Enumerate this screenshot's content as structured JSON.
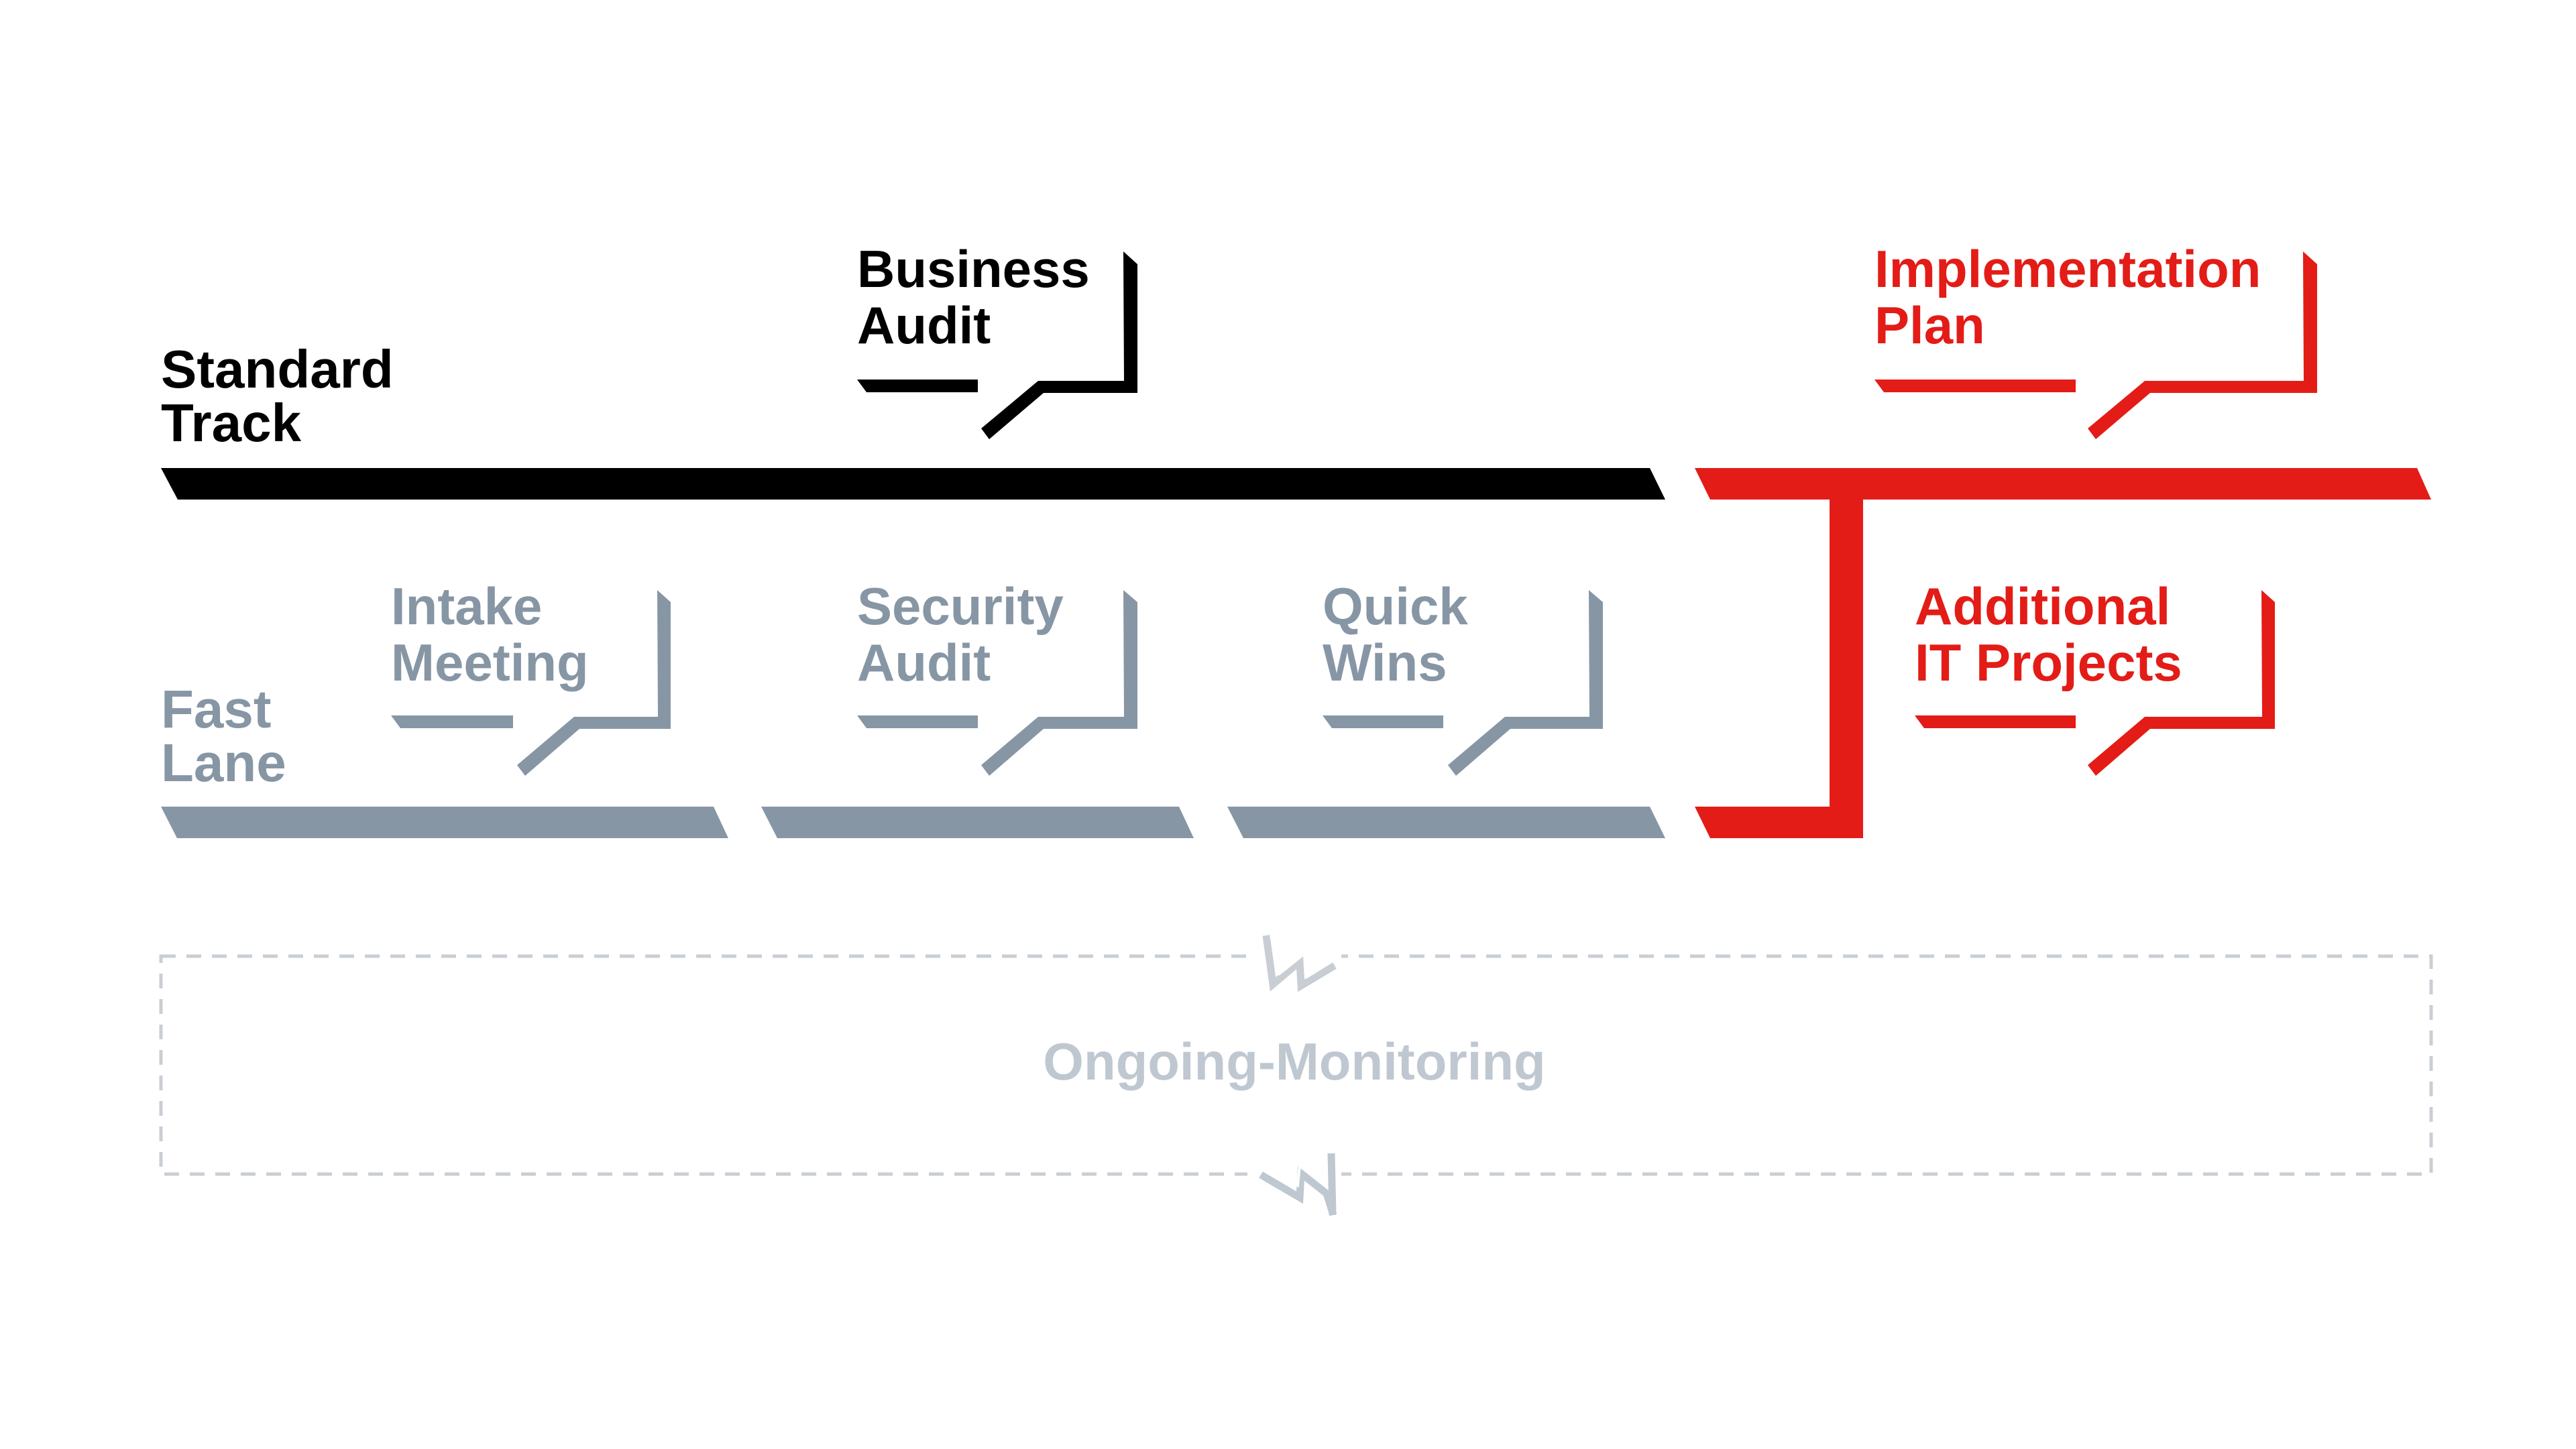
{
  "colors": {
    "standard": "#000000",
    "fast": "#8796a4",
    "accent": "#e31c17",
    "monitor": "#bfc8d1",
    "dash": "#c9ced4"
  },
  "standard_track": {
    "label_line1": "Standard",
    "label_line2": "Track"
  },
  "fast_lane": {
    "label_line1": "Fast",
    "label_line2": "Lane"
  },
  "steps": {
    "business_audit": {
      "line1": "Business",
      "line2": "Audit"
    },
    "implementation_plan": {
      "line1": "Implementation",
      "line2": "Plan"
    },
    "intake_meeting": {
      "line1": "Intake",
      "line2": "Meeting"
    },
    "security_audit": {
      "line1": "Security",
      "line2": "Audit"
    },
    "quick_wins": {
      "line1": "Quick",
      "line2": "Wins"
    },
    "additional_it_projects": {
      "line1": "Additional",
      "line2": "IT Projects"
    }
  },
  "monitoring": {
    "label": "Ongoing-Monitoring",
    "icon_top": "swoosh-icon",
    "icon_bottom": "swoosh-icon"
  }
}
